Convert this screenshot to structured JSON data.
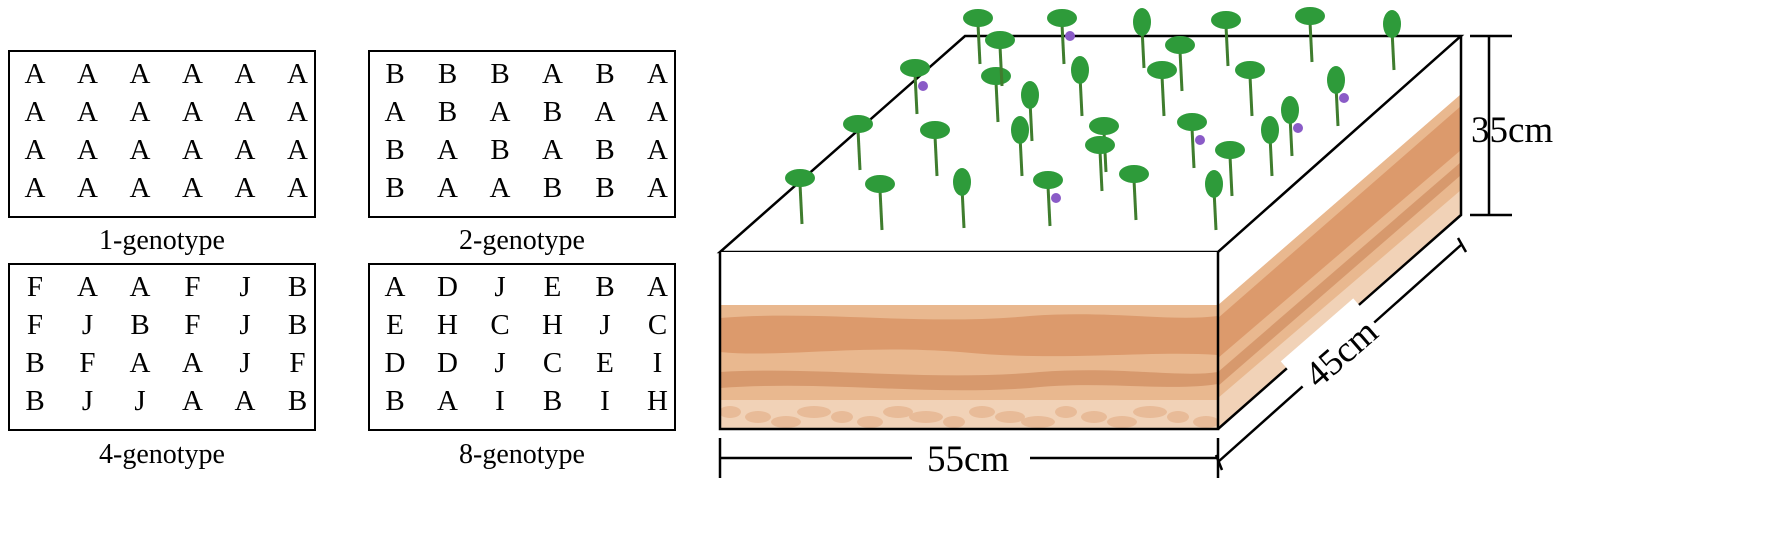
{
  "panels": [
    {
      "caption": "1-genotype",
      "rows": [
        [
          "A",
          "A",
          "A",
          "A",
          "A",
          "A"
        ],
        [
          "A",
          "A",
          "A",
          "A",
          "A",
          "A"
        ],
        [
          "A",
          "A",
          "A",
          "A",
          "A",
          "A"
        ],
        [
          "A",
          "A",
          "A",
          "A",
          "A",
          "A"
        ]
      ]
    },
    {
      "caption": "2-genotype",
      "rows": [
        [
          "B",
          "B",
          "B",
          "A",
          "B",
          "A"
        ],
        [
          "A",
          "B",
          "A",
          "B",
          "A",
          "A"
        ],
        [
          "B",
          "A",
          "B",
          "A",
          "B",
          "A"
        ],
        [
          "B",
          "A",
          "A",
          "B",
          "B",
          "A"
        ]
      ]
    },
    {
      "caption": "4-genotype",
      "rows": [
        [
          "F",
          "A",
          "A",
          "F",
          "J",
          "B"
        ],
        [
          "F",
          "J",
          "B",
          "F",
          "J",
          "B"
        ],
        [
          "B",
          "F",
          "A",
          "A",
          "J",
          "F"
        ],
        [
          "B",
          "J",
          "J",
          "A",
          "A",
          "B"
        ]
      ]
    },
    {
      "caption": "8-genotype",
      "rows": [
        [
          "A",
          "D",
          "J",
          "E",
          "B",
          "A"
        ],
        [
          "E",
          "H",
          "C",
          "H",
          "J",
          "C"
        ],
        [
          "D",
          "D",
          "J",
          "C",
          "E",
          "I"
        ],
        [
          "B",
          "A",
          "I",
          "B",
          "I",
          "H"
        ]
      ]
    }
  ],
  "box": {
    "height_label": "35cm",
    "depth_label": "45cm",
    "width_label": "55cm"
  },
  "colors": {
    "soil_light": "#e9b88f",
    "soil_mid": "#dc9a6c",
    "soil_dark": "#c97f52",
    "soil_base": "#f1d2b7",
    "leaf_green": "#2e9b3a",
    "flower_purple": "#8a5bc7"
  }
}
